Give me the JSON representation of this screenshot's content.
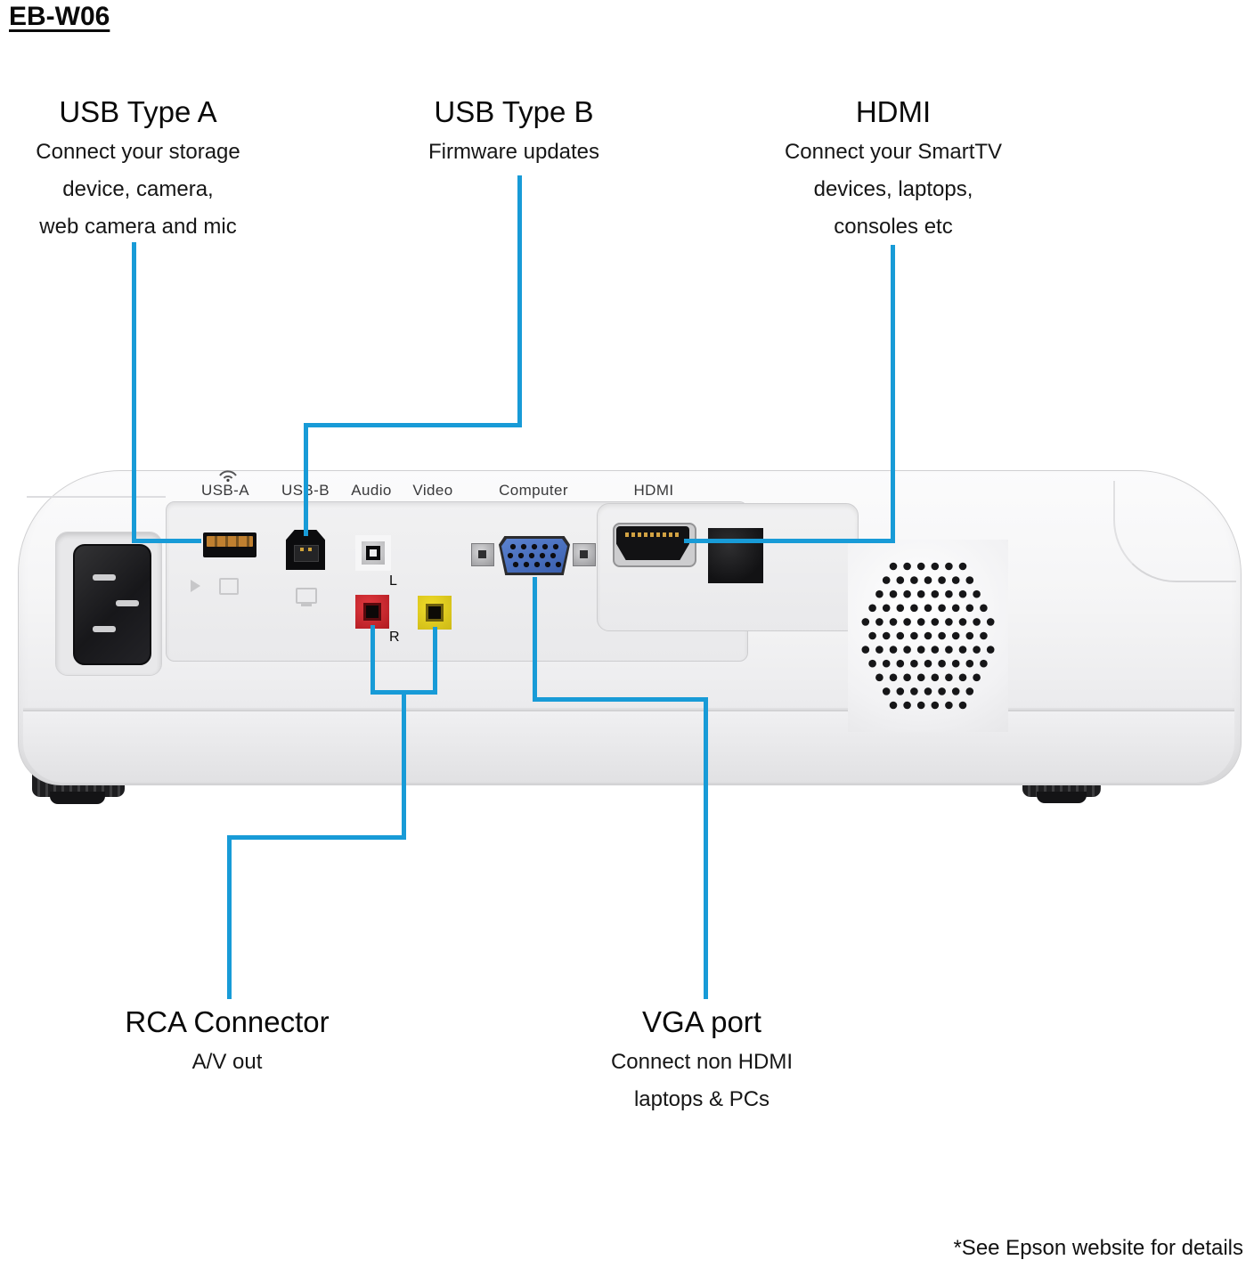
{
  "title": "EB-W06",
  "callouts": {
    "usb_a": {
      "heading": "USB Type A",
      "desc_lines": [
        "Connect your storage",
        "device, camera,",
        "web camera and mic"
      ]
    },
    "usb_b": {
      "heading": "USB Type B",
      "desc_lines": [
        "Firmware updates"
      ]
    },
    "hdmi": {
      "heading": "HDMI",
      "desc_lines": [
        "Connect your SmartTV",
        "devices, laptops,",
        "consoles etc"
      ]
    },
    "rca": {
      "heading": "RCA Connector",
      "desc_lines": [
        "A/V out"
      ]
    },
    "vga": {
      "heading": "VGA port",
      "desc_lines": [
        "Connect non HDMI",
        "laptops & PCs"
      ]
    }
  },
  "rear_panel": {
    "port_labels": [
      "USB-A",
      "USB-B",
      "Audio",
      "Video",
      "Computer",
      "HDMI"
    ],
    "jack_l_label": "L",
    "jack_r_label": "R",
    "icons": [
      "wifi-icon"
    ]
  },
  "footnote": "*See Epson website for details",
  "colors": {
    "callout_line": "#189bd7"
  }
}
